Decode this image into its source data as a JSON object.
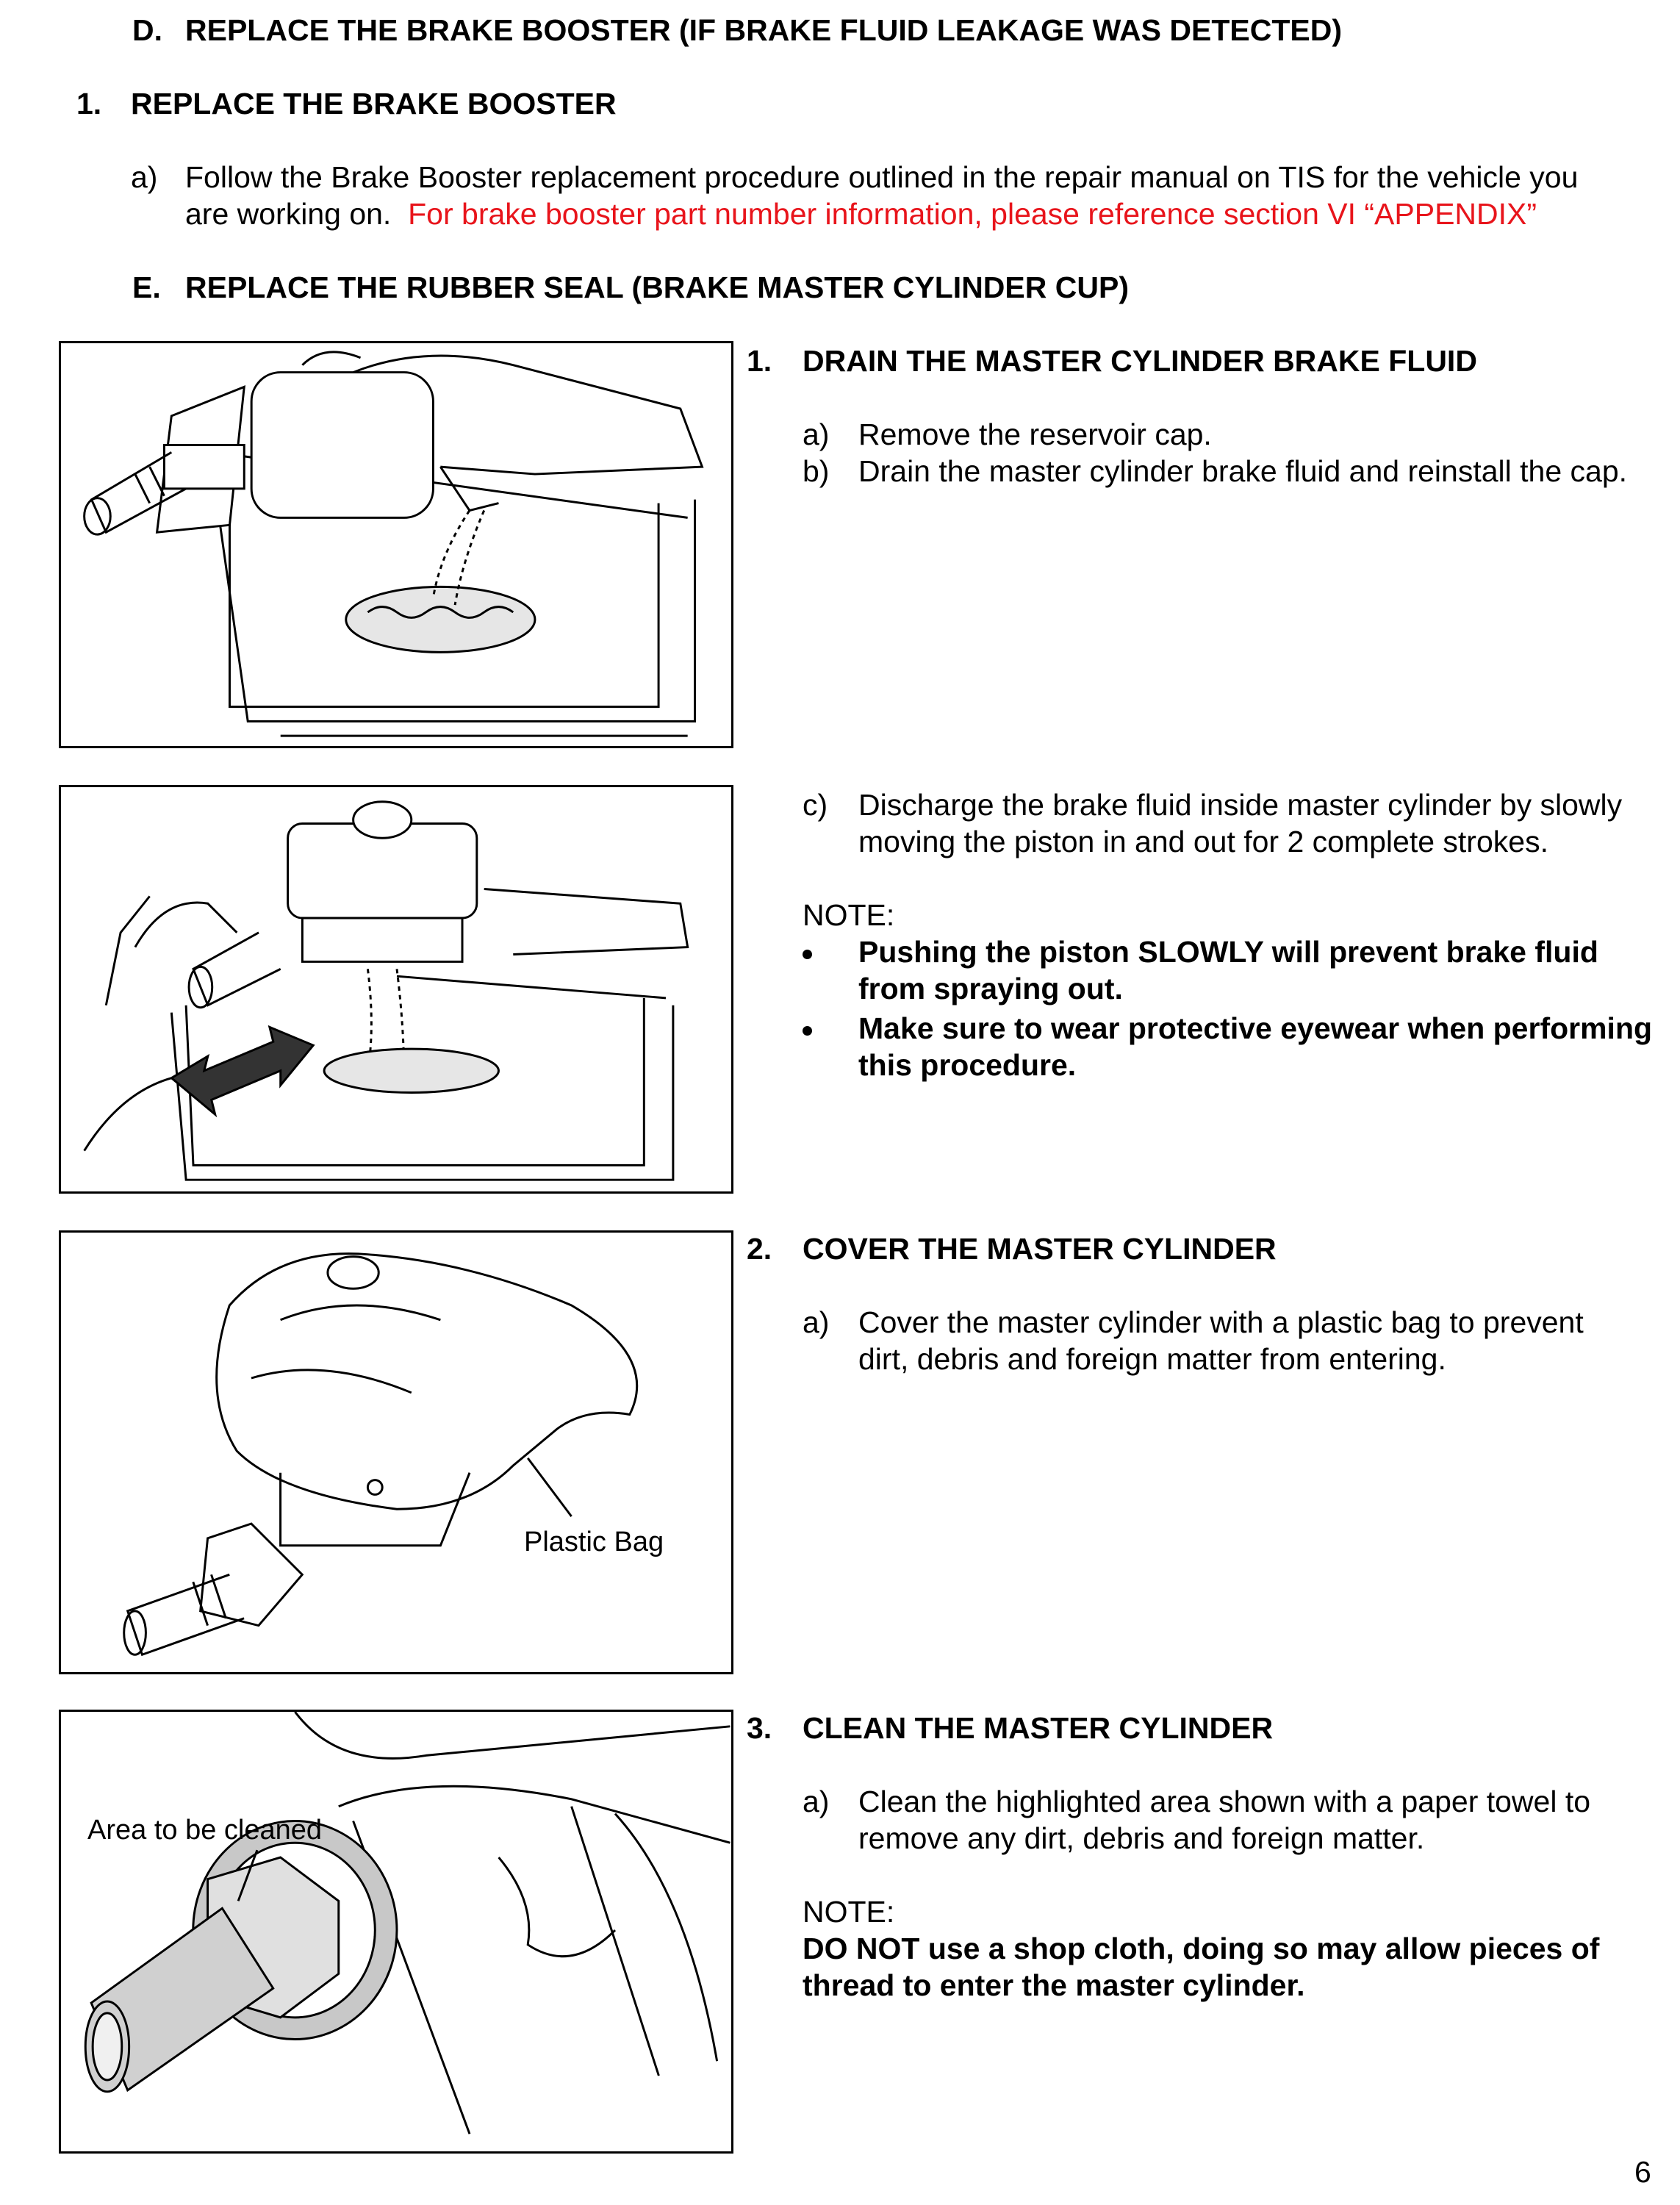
{
  "sectionD": {
    "letter": "D.",
    "title": "REPLACE THE BRAKE BOOSTER (IF BRAKE FLUID LEAKAGE WAS DETECTED)"
  },
  "d1": {
    "num": "1.",
    "title": "REPLACE THE BRAKE BOOSTER"
  },
  "d1a": {
    "label": "a)",
    "line1": "Follow the Brake Booster replacement procedure outlined in the repair manual on TIS for the vehicle you",
    "line2": "are working on.",
    "line2_red": "For brake booster part number information, please reference section VI “APPENDIX”"
  },
  "sectionE": {
    "letter": "E.",
    "title": "REPLACE THE RUBBER SEAL (BRAKE MASTER CYLINDER CUP)"
  },
  "step1": {
    "num": "1.",
    "title": "DRAIN THE MASTER CYLINDER BRAKE FLUID",
    "a_label": "a)",
    "a_text": "Remove the reservoir cap.",
    "b_label": "b)",
    "b_text": "Drain the master cylinder brake fluid and reinstall the cap.",
    "c_label": "c)",
    "c_line1": "Discharge the brake fluid inside master cylinder by slowly",
    "c_line2": "moving the piston in and out for 2 complete strokes.",
    "note_label": "NOTE:",
    "note1_line1": "Pushing the piston SLOWLY will prevent brake fluid",
    "note1_line2": "from spraying out.",
    "note2_line1": "Make sure to wear protective eyewear when performing",
    "note2_line2": "this procedure."
  },
  "step2": {
    "num": "2.",
    "title": "COVER THE MASTER CYLINDER",
    "a_label": "a)",
    "a_line1": "Cover the master cylinder with a plastic bag to prevent",
    "a_line2": "dirt, debris and foreign matter from entering.",
    "callout": "Plastic Bag"
  },
  "step3": {
    "num": "3.",
    "title": "CLEAN THE MASTER CYLINDER",
    "a_label": "a)",
    "a_line1": "Clean the highlighted area shown with a paper towel to",
    "a_line2": "remove any dirt, debris and foreign matter.",
    "note_label": "NOTE:",
    "note_line1": "DO NOT use a shop cloth, doing so may allow pieces of",
    "note_line2": "thread to enter the master cylinder.",
    "callout": "Area to be cleaned"
  },
  "page_number": "6",
  "colors": {
    "link_red": "#e8141b",
    "text": "#000000"
  }
}
